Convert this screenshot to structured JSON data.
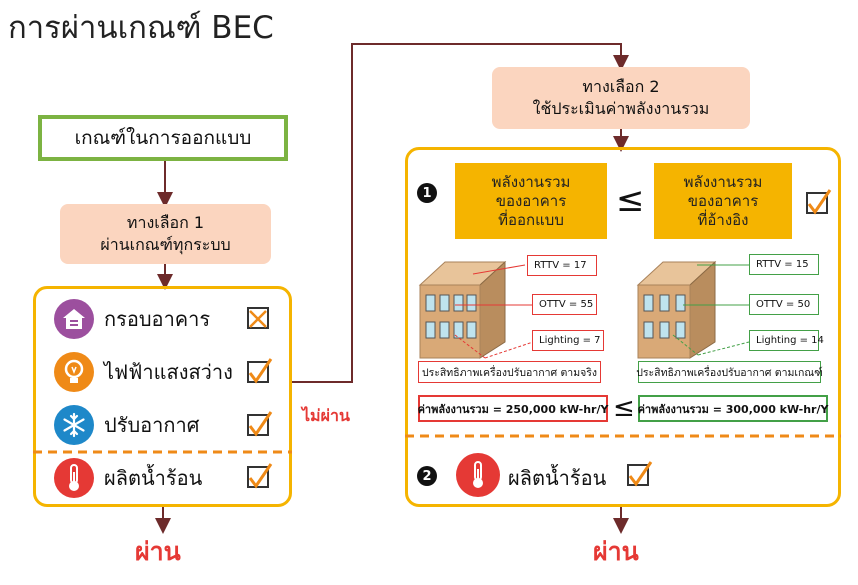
{
  "title": "การผ่านเกณฑ์ BEC",
  "criteria_label": "เกณฑ์ในการออกแบบ",
  "option1": {
    "line1": "ทางเลือก 1",
    "line2": "ผ่านเกณฑ์ทุกระบบ"
  },
  "option2": {
    "line1": "ทางเลือก 2",
    "line2": "ใช้ประเมินค่าพลังงานรวม"
  },
  "systems": [
    {
      "label": "กรอบอาคาร",
      "icon": "house-icon",
      "color": "#9c4f9e",
      "status": "fail"
    },
    {
      "label": "ไฟฟ้าแสงสว่าง",
      "icon": "lightbulb-icon",
      "color": "#ef8a17",
      "status": "pass"
    },
    {
      "label": "ปรับอากาศ",
      "icon": "snowflake-icon",
      "color": "#1e88c9",
      "status": "pass"
    },
    {
      "label": "ผลิตน้ำร้อน",
      "icon": "thermometer-icon",
      "color": "#e53935",
      "status": "pass"
    }
  ],
  "fail_label": "ไม่ผ่าน",
  "pass_label": "ผ่าน",
  "step1_number": "1",
  "step2_number": "2",
  "designed_energy": {
    "line1": "พลังงานรวม",
    "line2": "ของอาคาร",
    "line3": "ที่ออกแบบ"
  },
  "reference_energy": {
    "line1": "พลังงานรวม",
    "line2": "ของอาคาร",
    "line3": "ที่อ้างอิง"
  },
  "leq_symbol": "≤",
  "designed_building": {
    "rttv": "RTTV = 17",
    "ottv": "OTTV = 55",
    "lighting": "Lighting = 7",
    "efficiency": "ประสิทธิภาพเครื่องปรับอากาศ ตามจริง",
    "energy_total": "ค่าพลังงานรวม = 250,000 kW-hr/Y"
  },
  "reference_building": {
    "rttv": "RTTV = 15",
    "ottv": "OTTV = 50",
    "lighting": "Lighting = 14",
    "efficiency": "ประสิทธิภาพเครื่องปรับอากาศ ตามเกณฑ์",
    "energy_total": "ค่าพลังงานรวม = 300,000 kW-hr/Y"
  },
  "hot_water_label": "ผลิตน้ำร้อน",
  "colors": {
    "gold": "#f5b400",
    "peach": "#fbd5bf",
    "arrow": "#6d2b2b",
    "red": "#e53935",
    "green": "#43a047",
    "criteria_border": "#7cb342"
  }
}
